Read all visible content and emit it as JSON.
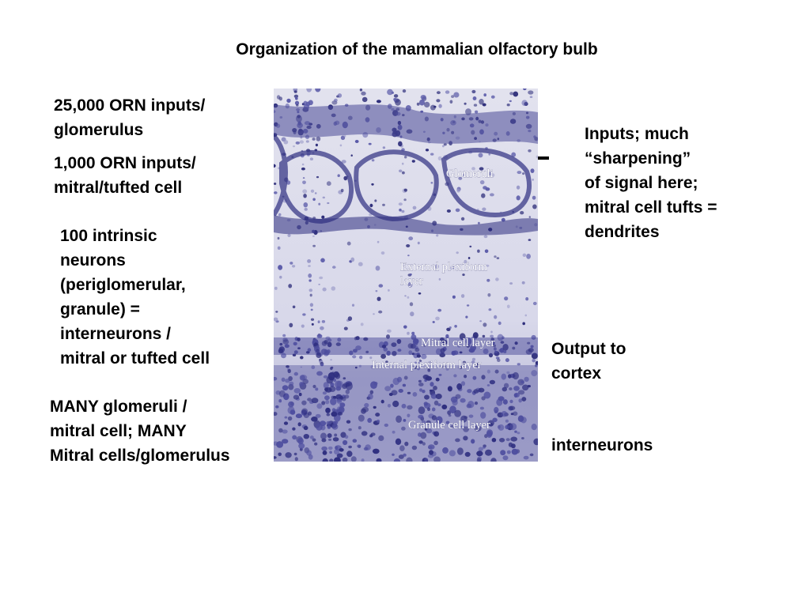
{
  "title": "Organization of the mammalian olfactory bulb",
  "left_annotations": {
    "orn_glomerulus": [
      "25,000 ORN inputs/",
      "glomerulus"
    ],
    "orn_mitral": [
      "1,000 ORN inputs/",
      "mitral/tufted cell"
    ],
    "intrinsic": [
      "100 intrinsic",
      "neurons",
      "(periglomerular,",
      "granule) =",
      "interneurons /",
      "mitral or tufted cell"
    ],
    "many": [
      "MANY glomeruli /",
      "mitral cell; MANY",
      "Mitral cells/glomerulus"
    ]
  },
  "right_annotations": {
    "inputs": [
      "Inputs; much",
      "“sharpening”",
      "of signal here;",
      "mitral cell tufts =",
      "dendrites"
    ],
    "output": [
      "Output to",
      "cortex"
    ],
    "interneurons": [
      "interneurons"
    ]
  },
  "micrograph": {
    "labels": {
      "glomeruli": "Glomeruli",
      "external_plexiform": [
        "External plexiform",
        "layer"
      ],
      "mitral_cell_layer": "Mitral cell layer",
      "internal_plexiform": "Internal plexiform layer",
      "granule_cell_layer": "Granule cell layer"
    },
    "colors": {
      "background": "#dcdcea",
      "stain_dark": "#2a2a78",
      "stain_mid": "#5a5aa8",
      "stain_light": "#9a9ac8"
    }
  },
  "arrow_icon": "left-arrow-icon"
}
